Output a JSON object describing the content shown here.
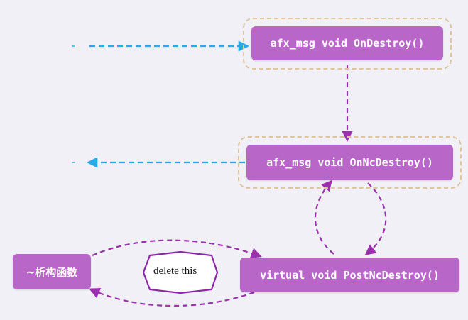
{
  "nodes": {
    "on_destroy": {
      "label": "afx_msg void OnDestroy()"
    },
    "on_nc_destroy": {
      "label": "afx_msg void OnNcDestroy()"
    },
    "post_nc_destroy": {
      "label": "virtual void PostNcDestroy()"
    },
    "destructor": {
      "label": "~析构函数"
    },
    "delete_this": {
      "label": "delete this"
    }
  },
  "colors": {
    "box_fill": "#b866c8",
    "frame_dash": "#e0c49a",
    "blue_arrow": "#29a9e8",
    "purple_arrow": "#9b2fae",
    "background": "#f0f0f6"
  }
}
